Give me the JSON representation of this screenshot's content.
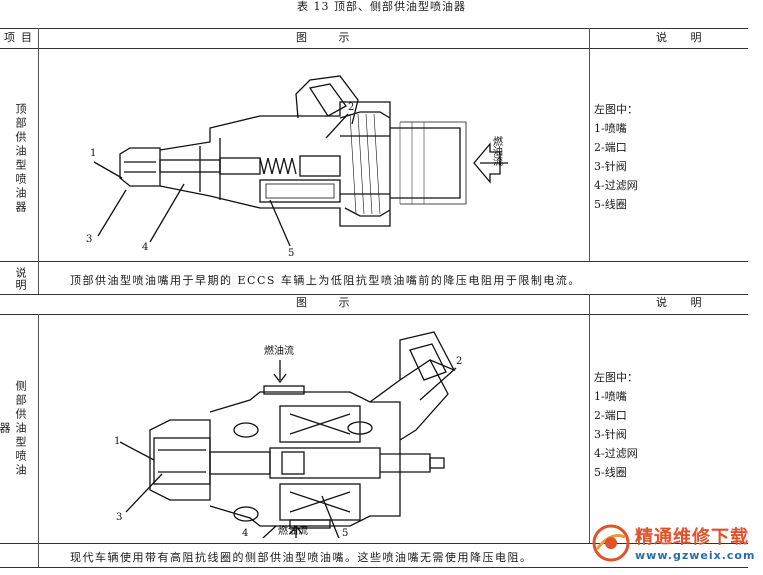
{
  "caption": "表 13 顶部、侧部供油型喷油器",
  "header": {
    "item": "项目",
    "figure": "图 示",
    "explain": "说 明"
  },
  "section_top": {
    "title": "顶部供油型喷油器",
    "callouts": [
      "1",
      "2",
      "3",
      "4",
      "5"
    ],
    "fuel_flow": "燃油流",
    "legend_title": "左图中：",
    "legend": [
      "1-喷嘴",
      "2-端口",
      "3-针阀",
      "4-过滤网",
      "5-线圈"
    ],
    "note_label": "说明",
    "note": "顶部供油型喷油嘴用于早期的 ECCS 车辆上为低阻抗型喷油嘴前的降压电阻用于限制电流。"
  },
  "header2": {
    "figure": "图 示",
    "explain": "说 明"
  },
  "section_side": {
    "title": "侧部供油型喷油器",
    "callouts": [
      "1",
      "2",
      "3",
      "4",
      "5"
    ],
    "fuel_flow_top": "燃油流",
    "fuel_flow_bottom": "燃油流",
    "legend_title": "左图中：",
    "legend": [
      "1-喷嘴",
      "2-端口",
      "3-针阀",
      "4-过滤网",
      "5-线圈"
    ],
    "note": "现代车辆使用带有高阻抗线圈的侧部供油型喷油嘴。这些喷油嘴无需使用降压电阻。"
  },
  "watermark": {
    "title": "精通维修下载",
    "url": "www.gzweix.com"
  },
  "colors": {
    "watermark_title": "#e0532a",
    "watermark_url": "#2a6bb0",
    "line": "#333333"
  }
}
